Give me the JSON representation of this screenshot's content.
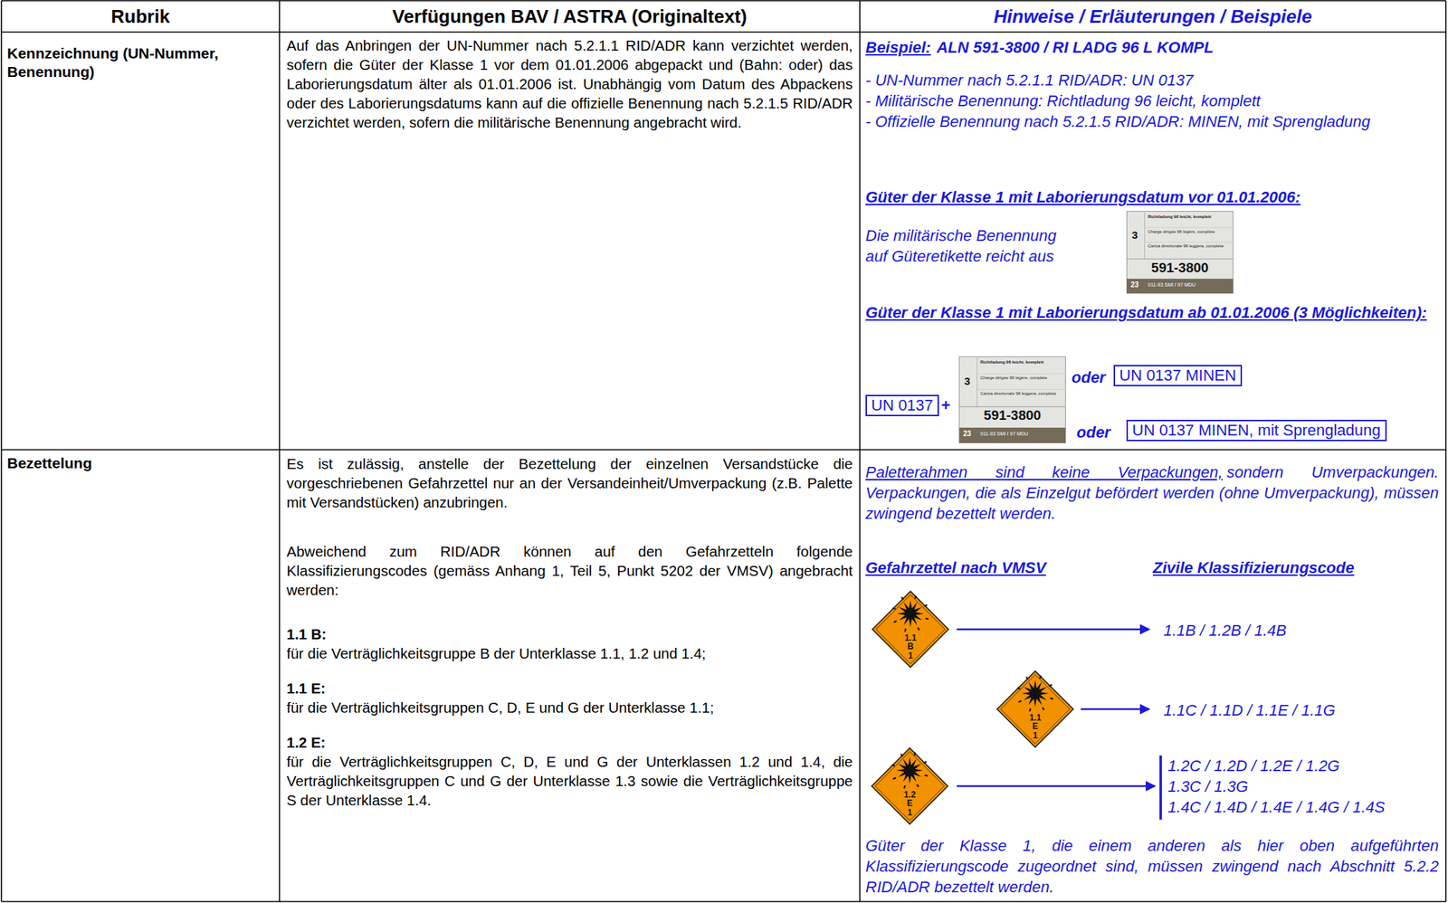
{
  "diagram": {
    "nodes": [
      {
        "text": [
          "3",
          "Richtladung 96 leicht, komplett",
          "Charge dirigée 96 légère, complète",
          "Carica direzionale 96 leggera, completa",
          "591-3800",
          "23",
          "011-93 SMI I 97 MDU"
        ]
      },
      {
        "text": [
          "UN 0137"
        ]
      },
      {
        "text": [
          "3",
          "Richtladung 96 leicht, komplett",
          "Charge dirigée 96 légère, complète",
          "Carica direzionale 96 leggera, completa",
          "591-3800",
          "23",
          "011-93 SMI I 97 MDU"
        ]
      },
      {
        "text": [
          "UN 0137 MINEN"
        ]
      },
      {
        "text": [
          "UN 0137 MINEN, mit Sprengladung"
        ]
      },
      {
        "text": [
          "1.1",
          "B",
          "1"
        ]
      },
      {
        "text": [
          "1.1",
          "E",
          "1"
        ]
      },
      {
        "text": [
          "1.2",
          "E",
          "1"
        ]
      }
    ],
    "labels": [
      "Rubrik",
      "Verfügungen BAV / ASTRA (Originaltext)",
      "Hinweise / Erläuterungen / Beispiele",
      "Kennzeichnung (UN-Nummer, Benennung)",
      "Auf das Anbringen der UN-Nummer nach 5.2.1.1 RID/ADR kann verzichtet werden, sofern die Güter der Klasse 1 vor dem 01.01.2006 abgepackt und (Bahn: oder) das Laborierungsdatum älter als 01.01.2006 ist. Unabhängig vom Datum des Abpackens oder des Laborierungsdatums kann auf die offizielle Benennung nach 5.2.1.5 RID/ADR verzichtet werden, sofern die militärische Benennung angebracht wird.",
      "Beispiel:",
      "ALN 591-3800 / RI LADG 96 L KOMPL",
      "- UN-Nummer nach 5.2.1.1 RID/ADR: UN 0137",
      "- Militärische Benennung: Richtladung 96 leicht, komplett",
      "- Offizielle Benennung nach 5.2.1.5 RID/ADR: MINEN, mit Sprengladung",
      "Güter der Klasse 1 mit Laborierungsdatum vor 01.01.2006:",
      "Die militärische Benennung auf Güteretikette reicht aus",
      "Güter der Klasse 1 mit Laborierungsdatum ab 01.01.2006 (3 Möglichkeiten):",
      "+",
      "oder",
      "oder",
      "Bezettelung",
      "Es ist zulässig, anstelle der Bezettelung der einzelnen Versandstücke die vorgeschriebenen Gefahrzettel nur an der Versandeinheit/Umverpackung (z.B. Palette mit Versandstücken) anzubringen.",
      "Abweichend zum RID/ADR können auf den Gefahrzetteln folgende Klassifizierungscodes (gemäss Anhang 1, Teil 5, Punkt 5202 der VMSV) angebracht werden:",
      "1.1 B:",
      "für die Verträglichkeitsgruppe B der Unterklasse 1.1, 1.2 und 1.4;",
      "1.1 E:",
      "für die Verträglichkeitsgruppen C, D, E und G der Unterklasse 1.1;",
      "1.2 E:",
      "für die Verträglichkeitsgruppen C, D, E und G der Unterklassen 1.2 und 1.4, die Verträglichkeitsgruppen C und G der Unterklasse 1.3 sowie die Verträglichkeitsgruppe S der Unterklasse 1.4.",
      "Paletterahmen sind keine Verpackungen,",
      "sondern Umverpackungen. Verpackungen, die als Einzelgut befördert werden (ohne Umverpackung), müssen zwingend bezettelt werden.",
      "Gefahrzettel nach VMSV",
      "Zivile Klassifizierungscode",
      "1.1B / 1.2B / 1.4B",
      "1.1C / 1.1D / 1.1E / 1.1G",
      "1.2C / 1.2D / 1.2E / 1.2G",
      "1.3C / 1.3G",
      "1.4C / 1.4D / 1.4E / 1.4G / 1.4S",
      "Güter der Klasse 1, die einem anderen als hier oben aufgeführten Klassifizierungscode zugeordnet sind, müssen zwingend nach Abschnitt 5.2.2 RID/ADR bezettelt werden."
    ]
  }
}
